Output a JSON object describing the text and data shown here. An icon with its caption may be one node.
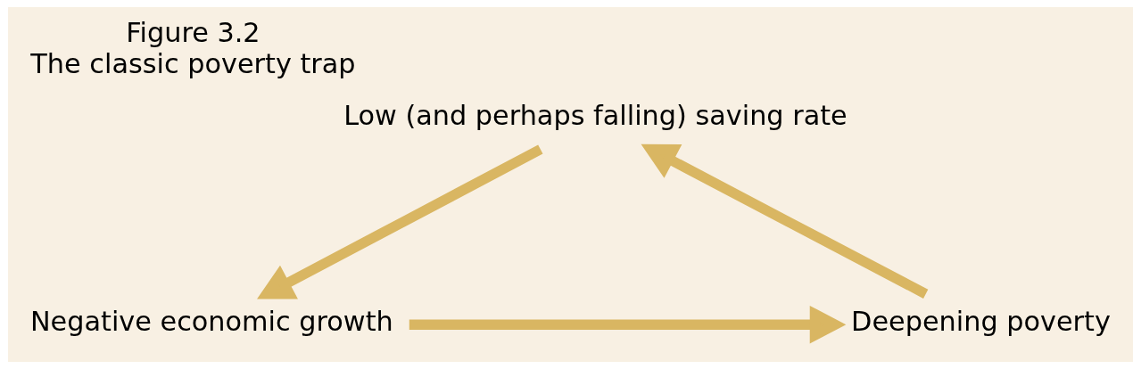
{
  "diagram": {
    "title": "Figure 3.2",
    "caption": "The classic poverty trap",
    "nodes": [
      {
        "text": [
          "Low (and perhaps falling) saving rate"
        ]
      },
      {
        "text": [
          "Negative economic growth"
        ]
      },
      {
        "text": [
          "Deepening poverty"
        ]
      }
    ],
    "edges": [
      {
        "from": 0,
        "to": 1,
        "arrow": "to"
      },
      {
        "from": 1,
        "to": 2,
        "arrow": "to"
      },
      {
        "from": 2,
        "to": 0,
        "arrow": "to"
      }
    ]
  }
}
